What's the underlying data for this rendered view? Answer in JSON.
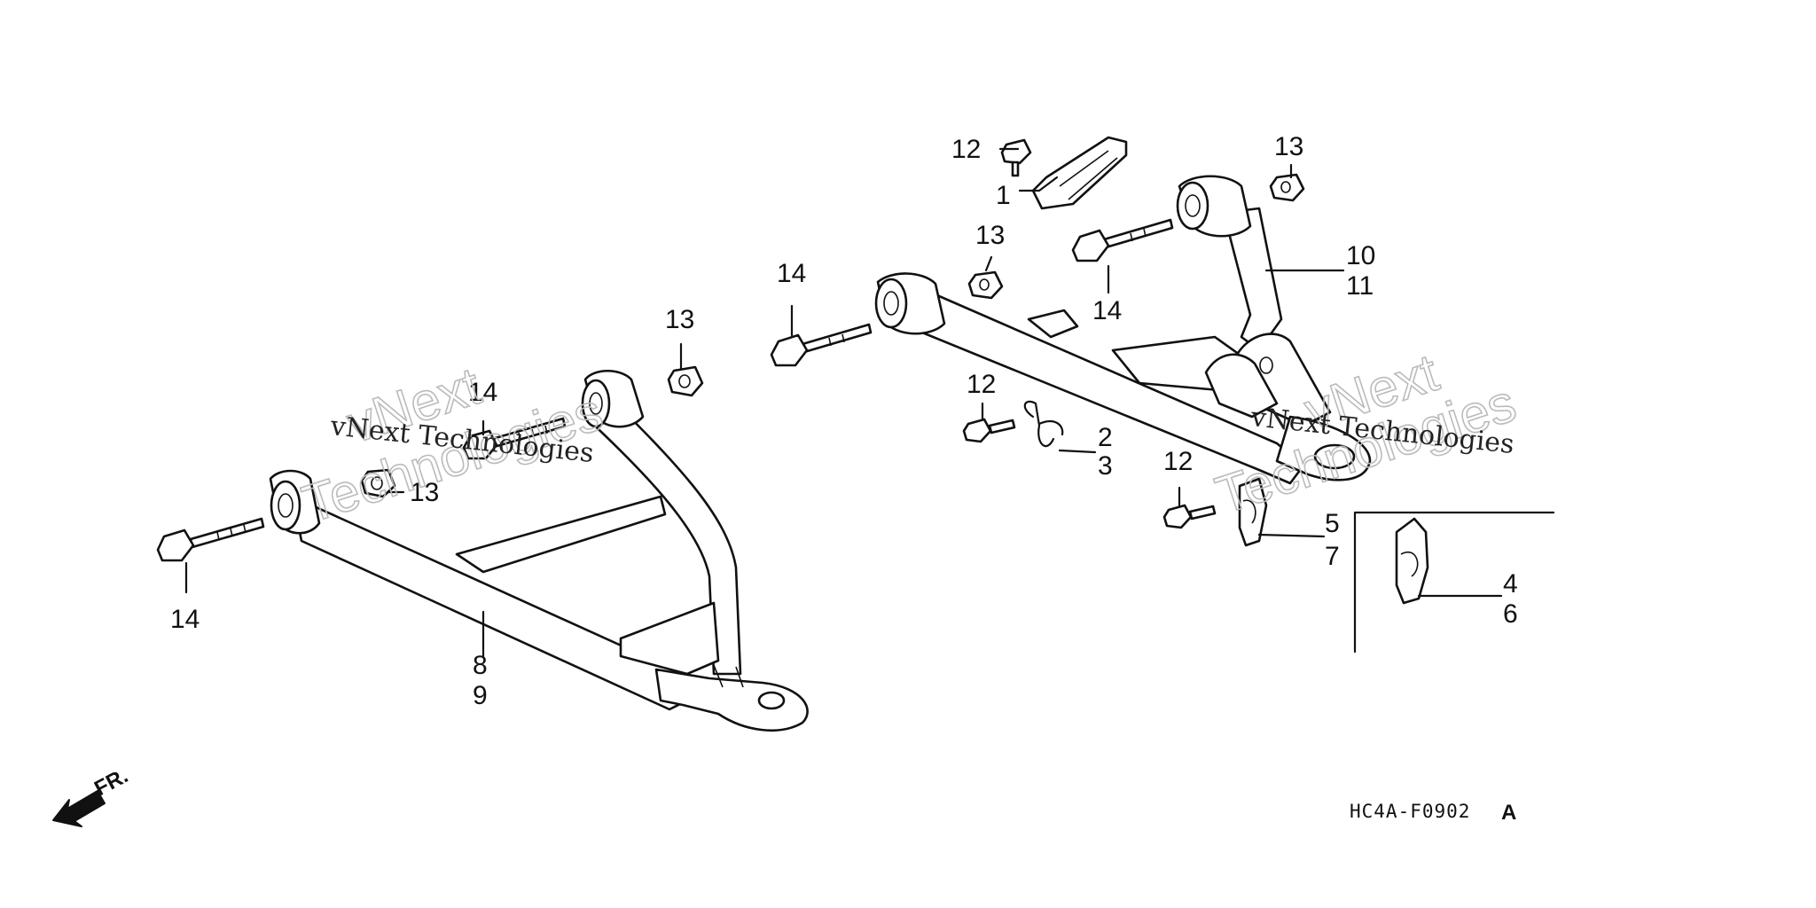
{
  "diagram": {
    "code": "HC4A-F0902",
    "code_suffix": "A",
    "direction_label": "FR.",
    "labels": {
      "l1": "1",
      "l2": "2",
      "l3": "3",
      "l4": "4",
      "l5": "5",
      "l6": "6",
      "l7": "7",
      "l8": "8",
      "l9": "9",
      "l10": "10",
      "l11": "11",
      "l12a": "12",
      "l12b": "12",
      "l12c": "12",
      "l13a": "13",
      "l13b": "13",
      "l13c": "13",
      "l13d": "13",
      "l14a": "14",
      "l14b": "14",
      "l14c": "14",
      "l14d": "14"
    },
    "watermark": {
      "serif": "vNext Technologies",
      "outline_top": "vNext",
      "outline_bottom": "Technologies"
    }
  }
}
